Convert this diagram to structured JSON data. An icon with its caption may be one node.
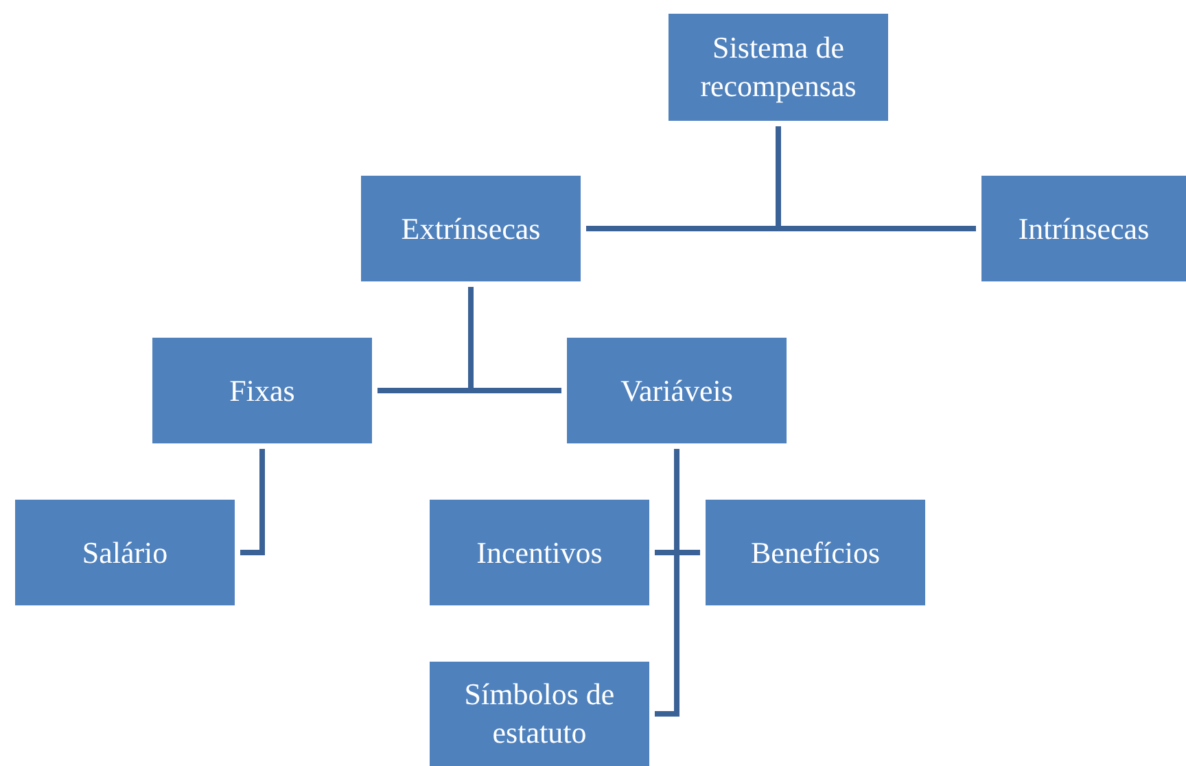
{
  "diagram": {
    "nodes": [
      {
        "text": [
          "Sistema de recompensas"
        ]
      },
      {
        "text": [
          "Extrínsecas"
        ]
      },
      {
        "text": [
          "Intrínsecas"
        ]
      },
      {
        "text": [
          "Fixas"
        ]
      },
      {
        "text": [
          "Variáveis"
        ]
      },
      {
        "text": [
          "Salário"
        ]
      },
      {
        "text": [
          "Incentivos"
        ]
      },
      {
        "text": [
          "Benefícios"
        ]
      },
      {
        "text": [
          "Símbolos de estatuto"
        ]
      }
    ],
    "edges": [
      {
        "from": 0,
        "to": 1,
        "arrow": "none"
      },
      {
        "from": 0,
        "to": 2,
        "arrow": "none"
      },
      {
        "from": 1,
        "to": 3,
        "arrow": "none"
      },
      {
        "from": 1,
        "to": 4,
        "arrow": "none"
      },
      {
        "from": 3,
        "to": 5,
        "arrow": "none"
      },
      {
        "from": 4,
        "to": 6,
        "arrow": "none"
      },
      {
        "from": 4,
        "to": 7,
        "arrow": "none"
      },
      {
        "from": 4,
        "to": 8,
        "arrow": "none"
      }
    ]
  }
}
